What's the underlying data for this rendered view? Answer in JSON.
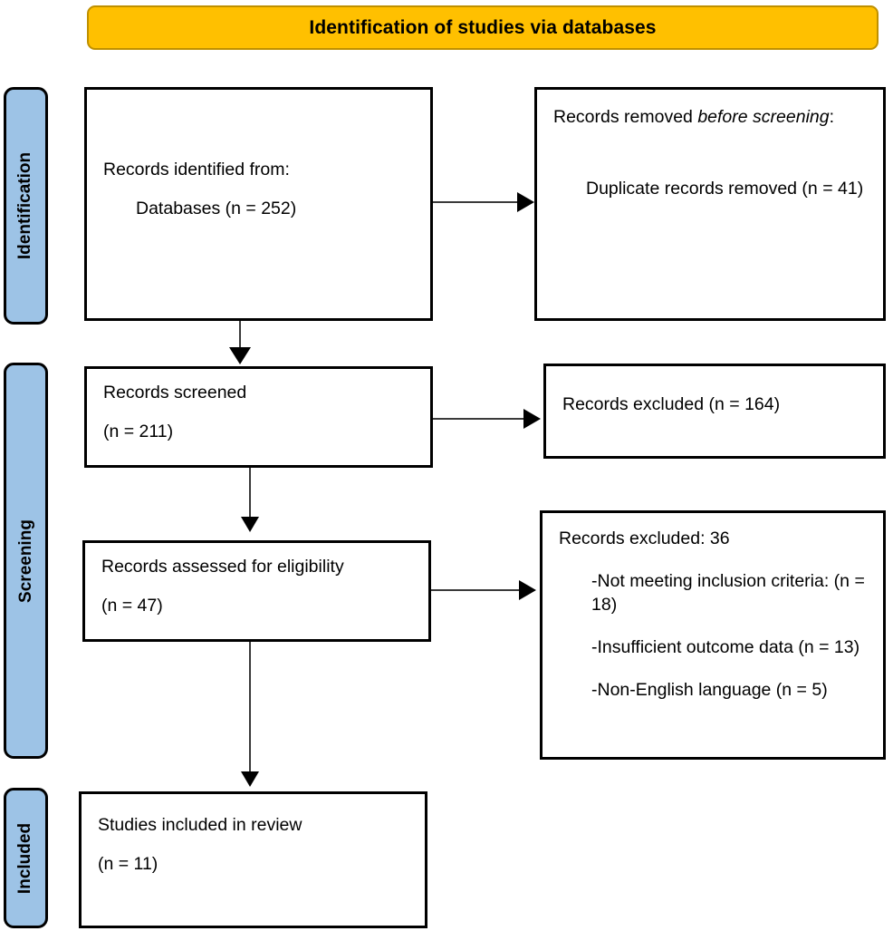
{
  "header": {
    "title": "Identification of studies via databases"
  },
  "colors": {
    "header_fill": "#FFC000",
    "header_border": "#BF9000",
    "stage_fill": "#9DC3E6",
    "box_border": "#000000",
    "connector": "#3a3a3a"
  },
  "stages": [
    {
      "id": "identification",
      "label": "Identification"
    },
    {
      "id": "screening",
      "label": "Screening"
    },
    {
      "id": "included",
      "label": "Included"
    }
  ],
  "boxes": {
    "identified": {
      "line1": "Records identified from:",
      "line2": "Databases (n = 252)"
    },
    "removed": {
      "line1_pre": "Records removed ",
      "line1_em": "before screening",
      "line1_post": ":",
      "line2": "Duplicate records removed (n = 41)"
    },
    "screened": {
      "line1": "Records screened",
      "line2": "(n = 211)"
    },
    "excluded_screening": {
      "line1": "Records excluded (n = 164)"
    },
    "eligibility": {
      "line1": "Records assessed for eligibility",
      "line2": "(n = 47)"
    },
    "excluded_eligibility": {
      "line1": "Records excluded: 36",
      "line2": "-Not meeting inclusion criteria: (n = 18)",
      "line3": "-Insufficient outcome data (n = 13)",
      "line4": "-Non-English language (n = 5)"
    },
    "included": {
      "line1": "Studies included in review",
      "line2": "(n = 11)"
    }
  },
  "flow_data": {
    "type": "prisma-flow",
    "identified_databases": 252,
    "duplicates_removed": 41,
    "records_screened": 211,
    "records_excluded_screening": 164,
    "assessed_for_eligibility": 47,
    "records_excluded_eligibility_total": 36,
    "excluded_not_meeting_criteria": 18,
    "excluded_insufficient_outcome_data": 13,
    "excluded_non_english": 5,
    "studies_included": 11
  }
}
